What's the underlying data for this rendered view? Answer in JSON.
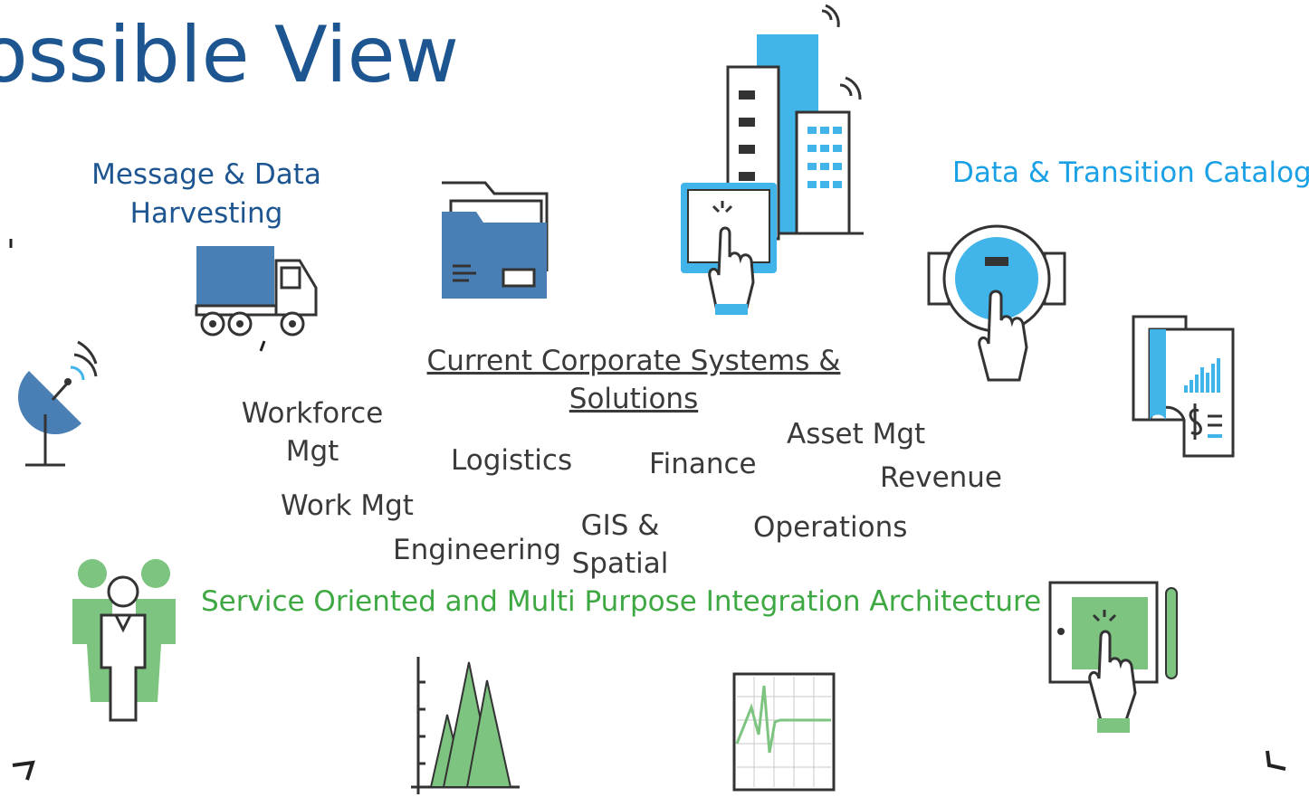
{
  "title": "ossible View",
  "sections": {
    "harvesting_line1": "Message & Data",
    "harvesting_line2": "Harvesting",
    "catalog": "Data & Transition Catalog",
    "core_line1": "Current Corporate Systems &",
    "core_line2": "Solutions",
    "integration": "Service Oriented and Multi Purpose Integration Architecture"
  },
  "systems": {
    "workforce_line1": "Workforce",
    "workforce_line2": "Mgt",
    "logistics": "Logistics",
    "finance": "Finance",
    "asset": "Asset Mgt",
    "revenue": "Revenue",
    "work": "Work Mgt",
    "engineering": "Engineering",
    "gis_line1": "GIS &",
    "gis_line2": "Spatial",
    "operations": "Operations"
  },
  "icons": [
    "satellite-dish-icon",
    "delivery-truck-icon",
    "folder-icon",
    "smart-city-icon",
    "meter-touch-icon",
    "billing-receipt-icon",
    "team-icon",
    "tablet-touch-icon",
    "peak-chart-icon",
    "ecg-monitor-icon"
  ],
  "colors": {
    "title_blue": "#1d5591",
    "catalog_cyan": "#1aa0e4",
    "integration_green": "#3ea843",
    "icon_blue": "#4a7fb5",
    "icon_cyan": "#41b4ea",
    "icon_green": "#7cc47f"
  }
}
